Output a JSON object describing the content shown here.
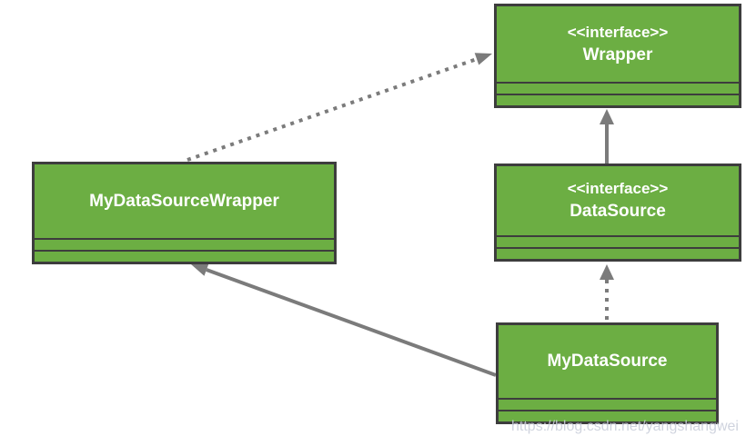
{
  "diagram": {
    "kind": "uml-class-diagram",
    "colors": {
      "background": "#FFFFFF",
      "node_fill": "#6CAE43",
      "node_border": "#3D3D3D",
      "node_text": "#FFFFFF",
      "arrow": "#7B7B7B",
      "watermark": "#C9CEDA"
    },
    "nodes": [
      {
        "id": "wrapper",
        "stereotype": "<<interface>>",
        "name": "Wrapper"
      },
      {
        "id": "datasource",
        "stereotype": "<<interface>>",
        "name": "DataSource"
      },
      {
        "id": "mydatasourcewrapper",
        "stereotype": "",
        "name": "MyDataSourceWrapper"
      },
      {
        "id": "mydatasource",
        "stereotype": "",
        "name": "MyDataSource"
      }
    ],
    "edges": [
      {
        "from": "MyDataSourceWrapper",
        "to": "Wrapper",
        "line": "dotted",
        "arrowhead": "filled"
      },
      {
        "from": "DataSource",
        "to": "Wrapper",
        "line": "solid",
        "arrowhead": "filled"
      },
      {
        "from": "MyDataSource",
        "to": "DataSource",
        "line": "dotted",
        "arrowhead": "filled"
      },
      {
        "from": "MyDataSource",
        "to": "MyDataSourceWrapper",
        "line": "solid",
        "arrowhead": "filled"
      }
    ],
    "watermark": "https://blog.csdn.net/yangshangwei"
  }
}
